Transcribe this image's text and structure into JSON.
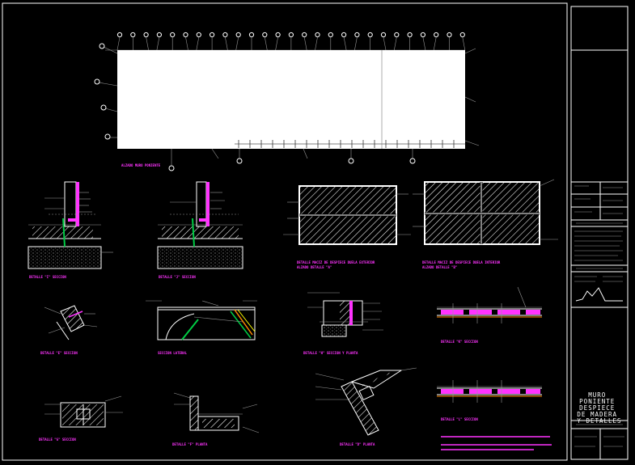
{
  "colors": {
    "background": "#000000",
    "linework": "#ffffff",
    "title_magenta": "#ff33ff",
    "rebar_green": "#00cc44",
    "dim_yellow": "#ffff00",
    "dim_orange": "#ff8800"
  },
  "title_block": {
    "title_lines": [
      "MURO",
      "PONIENTE",
      "DESPIECE",
      "DE MADERA",
      "Y DETALLES"
    ]
  },
  "drawings": [
    {
      "key": "main_elevation",
      "label": "ALZADO MURO PONIENTE"
    },
    {
      "key": "detail_section_1",
      "label": "DETALLE \"I\" SECCION"
    },
    {
      "key": "detail_section_2",
      "label": "DETALLE \"J\" SECCION"
    },
    {
      "key": "panel_ext",
      "label": "DETALLE MACIZ DE DESPIECE DUELA EXTERIOR",
      "sub": "ALZADO DETALLE \"A\""
    },
    {
      "key": "panel_int",
      "label": "DETALLE MACIZ DE DESPIECE DUELA INTERIOR",
      "sub": "ALZADO DETALLE \"B\""
    },
    {
      "key": "detail_e",
      "label": "DETALLE \"E\" SECCION"
    },
    {
      "key": "lateral",
      "label": "SECCION LATERAL"
    },
    {
      "key": "detail_h",
      "label": "DETALLE \"H\" SECCION Y PLANTA"
    },
    {
      "key": "detail_k",
      "label": "DETALLE \"K\" SECCION"
    },
    {
      "key": "detail_g",
      "label": "DETALLE \"G\" SECCION"
    },
    {
      "key": "detail_f",
      "label": "DETALLE \"F\" PLANTA"
    },
    {
      "key": "detail_d",
      "label": "DETALLE \"D\" PLANTA"
    },
    {
      "key": "detail_l",
      "label": "DETALLE \"L\" SECCION"
    }
  ]
}
